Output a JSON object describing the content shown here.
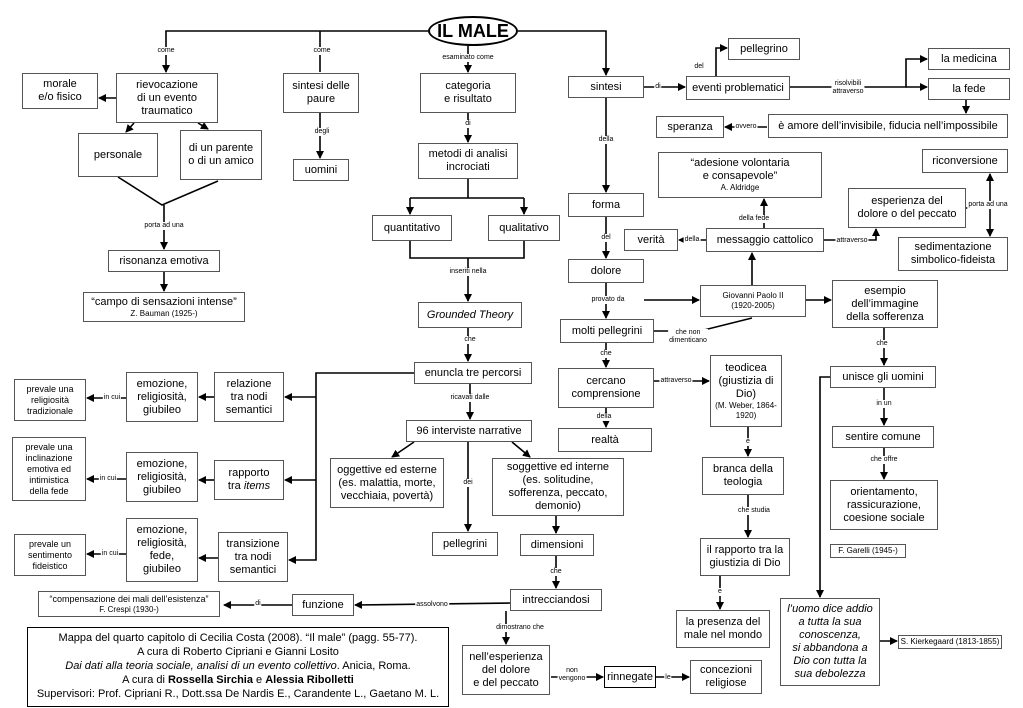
{
  "title": "IL MALE",
  "nodes": {
    "morale": "morale\ne/o fisico",
    "rievocazione": "rievocazione\ndi un evento\ntraumatico",
    "personale": "personale",
    "parente": "di un parente\no di un amico",
    "risonanza": "risonanza emotiva",
    "campo": "“campo di sensazioni intense”",
    "campo_sub": "Z. Bauman (1925-)",
    "paure": "sintesi delle\npaure",
    "uomini": "uomini",
    "categoria": "categoria\ne risultato",
    "metodi": "metodi di analisi\nincrociati",
    "quantitativo": "quantitativo",
    "qualitativo": "qualitativo",
    "grounded": "Grounded Theory",
    "enuncla": "enuncla tre percorsi",
    "interviste": "96 interviste narrative",
    "oggettive": "oggettive ed esterne\n(es. malattia, morte,\nvecchiaia, povertà)",
    "soggettive": "soggettive ed interne\n(es. solitudine,\nsofferenza, peccato,\ndemonio)",
    "pellegrini": "pellegrini",
    "dimensioni": "dimensioni",
    "intrecciandosi": "intrecciandosi",
    "funzione": "funzione",
    "compensazione": "“compensazione dei mali dell’esistenza”",
    "compensazione_sub": "F. Crespi (1930-)",
    "esperienza_dolore": "nell’esperienza\ndel dolore\ne del peccato",
    "rinnegate": "rinnegate",
    "concezioni": "concezioni\nreligiose",
    "emozione1": "emozione,\nreligiosità,\ngiubileo",
    "relazione": "relazione\ntra nodi\nsemantici",
    "prevale1": "prevale una\nreligiosità\ntradizionale",
    "emozione2": "emozione,\nreligiosità,\ngiubileo",
    "rapporto_a": "rapporto",
    "rapporto_b": "tra ",
    "rapporto_c": "items",
    "prevale2": "prevale una\ninclinazione\nemotiva ed\nintimistica\ndella fede",
    "emozione3": "emozione,\nreligiosità,\nfede,\ngiubileo",
    "transizione": "transizione\ntra nodi\nsemantici",
    "prevale3": "prevale un\nsentimento\nfideistico",
    "sintesi": "sintesi",
    "forma": "forma",
    "dolore": "dolore",
    "molti_pellegrini": "molti pellegrini",
    "cercano": "cercano\ncomprensione",
    "realta": "realtà",
    "pellegrino": "pellegrino",
    "eventi": "eventi problematici",
    "medicina": "la medicina",
    "fede": "la fede",
    "speranza": "speranza",
    "amore": "è amore dell’invisibile, fiducia nell’impossibile",
    "adesione": "“adesione volontaria\ne consapevole”",
    "adesione_sub": "A. Aldridge",
    "riconversione": "riconversione",
    "esperienza_peccato": "esperienza del\ndolore o del peccato",
    "sedimentazione": "sedimentazione\nsimbolico-fideista",
    "verita": "verità",
    "messaggio": "messaggio cattolico",
    "giovanni": "Giovanni Paolo II\n(1920-2005)",
    "esempio": "esempio\ndell’immagine\ndella sofferenza",
    "unisce": "unisce gli uomini",
    "sentire": "sentire comune",
    "orientamento": "orientamento,\nrassicurazione,\ncoesione sociale",
    "garelli": "F. Garelli (1945-)",
    "teodicea": "teodicea\n(giustizia di\nDio)",
    "teodicea_sub": "(M. Weber, 1864-\n1920)",
    "branca": "branca della\nteologia",
    "rapporto_giustizia": "il rapporto tra la\ngiustizia di Dio",
    "presenza": "la presenza del\nmale nel mondo",
    "addio": "l’uomo dice addio\na tutta la sua\nconoscenza,\nsi abbandona a\nDio con tutta la\nsua debolezza",
    "kierkegaard": "S. Kierkegaard (1813-1855)"
  },
  "labels": {
    "come1": "come",
    "come2": "come",
    "esaminato": "esaminato come",
    "porta1": "porta ad una",
    "degli": "degli",
    "di_metodi": "di",
    "inseriti": "inseriti nella",
    "che1": "che",
    "ricavati": "ricavati dalle",
    "dei": "dei",
    "che2": "che",
    "assolvono": "assolvono",
    "di_funzione": "di",
    "dimostrano": "dimostrano che",
    "non_vengono": "non\nvengono",
    "le": "le",
    "incui1": "in cui",
    "incui2": "in cui",
    "incui3": "in cui",
    "di_eventi": "di",
    "del": "del",
    "risolvibili": "risolvibili\nattraverso",
    "ovvero": "ovvero",
    "della_forma": "della",
    "del_dolore": "del",
    "provato": "provato da",
    "che_non": "che non\ndimenticano",
    "che_cercano": "che",
    "della_realta": "della",
    "attraverso1": "attraverso",
    "della_fede": "della fede",
    "della_verita": "della",
    "attraverso2": "attraverso",
    "porta2": "porta ad una",
    "che_unisce": "che",
    "in_un": "in un",
    "che_offre": "che offre",
    "e_branca": "è",
    "che_studia": "che studia",
    "e_presenza": "e"
  },
  "credits": {
    "line1": "Mappa del quarto capitolo  di Cecilia Costa (2008). “Il male” (pagg. 55-77).",
    "line2": "A cura di Roberto Cipriani e Gianni Losito",
    "line3_italic": "Dai dati alla teoria sociale, analisi di un evento collettivo",
    "line3_rest": ". Anicia, Roma.",
    "line4_a": "A cura di ",
    "line4_b": "Rossella Sirchia",
    "line4_c": " e ",
    "line4_d": "Alessia Ribolletti",
    "line5": "Supervisori: Prof. Cipriani R., Dott.ssa De Nardis E., Carandente L., Gaetano M. L."
  }
}
